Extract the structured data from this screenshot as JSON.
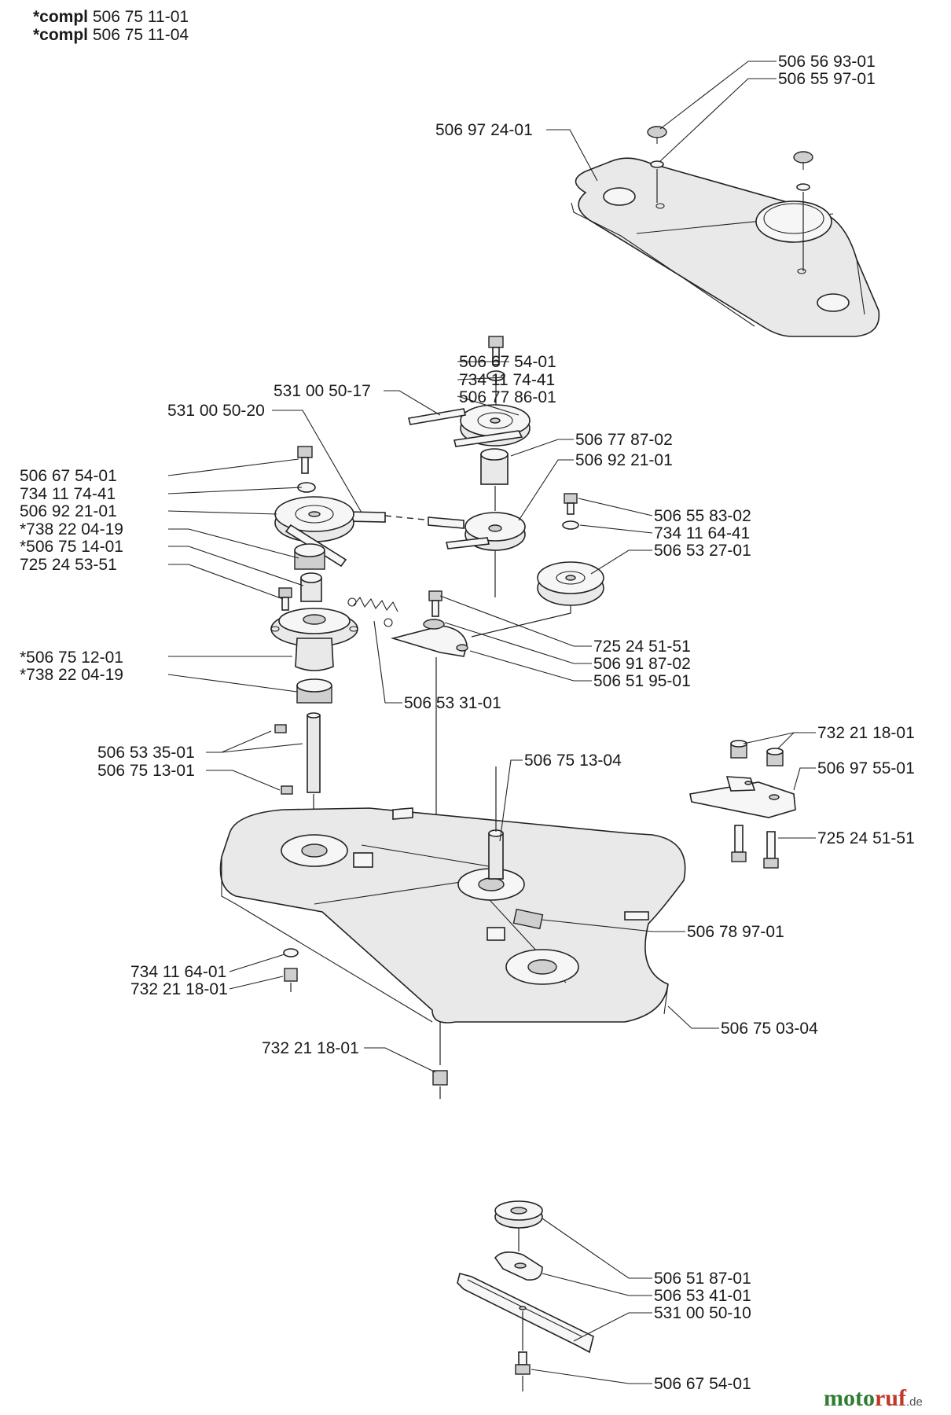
{
  "header": {
    "lines": [
      {
        "prefix": "*compl",
        "code": "506 75 11-01"
      },
      {
        "prefix": "*compl",
        "code": "506 75 11-04"
      }
    ]
  },
  "labels": [
    "506 56 93-01",
    "506 55 97-01",
    "506 97 24-01",
    "506 67 54-01",
    "734 11 74-41",
    "531 00 50-17",
    "506 77 86-01",
    "531 00 50-20",
    "506 77 87-02",
    "506 92 21-01",
    "506 67 54-01",
    "734 11 74-41",
    "506 92 21-01",
    "*738 22 04-19",
    "*506 75 14-01",
    "725 24 53-51",
    "506 55 83-02",
    "734 11 64-41",
    "506 53 27-01",
    "725 24 51-51",
    "506 91 87-02",
    "506 51 95-01",
    "*506 75 12-01",
    "*738 22 04-19",
    "506 53 31-01",
    "732 21 18-01",
    "506 97 55-01",
    "725 24 51-51",
    "506 53 35-01",
    "506 75 13-01",
    "506 75 13-04",
    "506 78 97-01",
    "734 11 64-01",
    "732 21 18-01",
    "506 75 03-04",
    "732 21 18-01",
    "506 51 87-01",
    "506 53 41-01",
    "531 00 50-10",
    "506 67 54-01"
  ],
  "watermark": {
    "part1": "moto",
    "part2": "ruf",
    "suffix": ".de"
  }
}
